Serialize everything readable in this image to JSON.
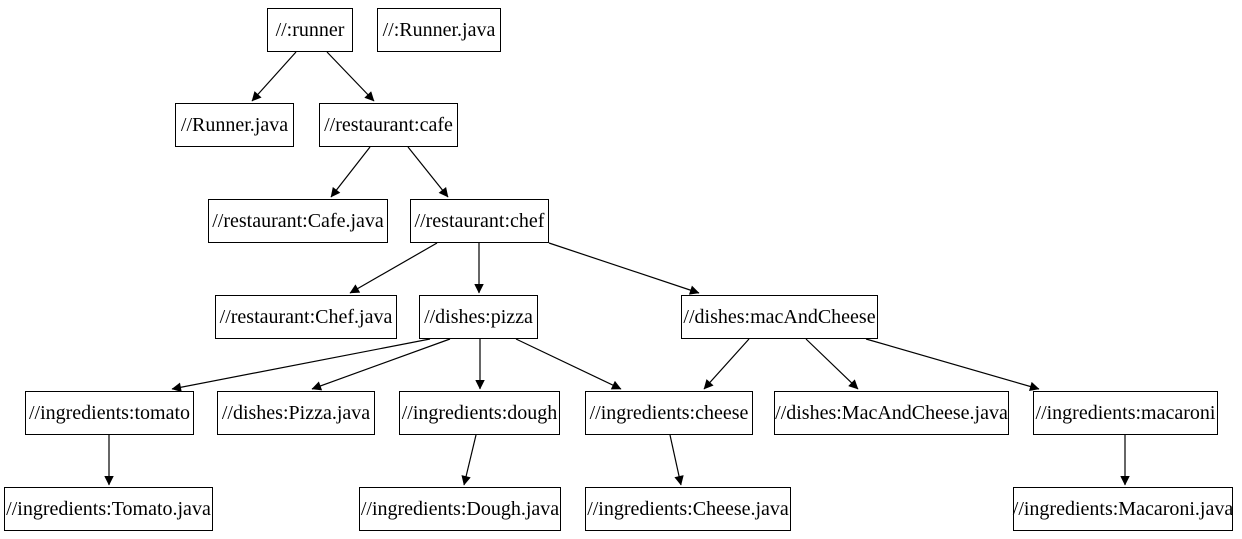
{
  "diagram": {
    "type": "build-dependency-graph",
    "colors": {
      "background": "#ffffff",
      "node_fill": "#ffffff",
      "node_border": "#000000",
      "edge": "#000000",
      "text": "#000000"
    },
    "nodes": [
      {
        "id": "runner",
        "label": "//:runner"
      },
      {
        "id": "runner-java-file",
        "label": "//:Runner.java"
      },
      {
        "id": "runner-java",
        "label": "//Runner.java"
      },
      {
        "id": "cafe",
        "label": "//restaurant:cafe"
      },
      {
        "id": "cafe-java",
        "label": "//restaurant:Cafe.java"
      },
      {
        "id": "chef",
        "label": "//restaurant:chef"
      },
      {
        "id": "chef-java",
        "label": "//restaurant:Chef.java"
      },
      {
        "id": "pizza",
        "label": "//dishes:pizza"
      },
      {
        "id": "mac-and-cheese",
        "label": "//dishes:macAndCheese"
      },
      {
        "id": "tomato",
        "label": "//ingredients:tomato"
      },
      {
        "id": "pizza-java",
        "label": "//dishes:Pizza.java"
      },
      {
        "id": "dough",
        "label": "//ingredients:dough"
      },
      {
        "id": "cheese",
        "label": "//ingredients:cheese"
      },
      {
        "id": "mac-and-cheese-java",
        "label": "//dishes:MacAndCheese.java"
      },
      {
        "id": "macaroni",
        "label": "//ingredients:macaroni"
      },
      {
        "id": "tomato-java",
        "label": "//ingredients:Tomato.java"
      },
      {
        "id": "dough-java",
        "label": "//ingredients:Dough.java"
      },
      {
        "id": "cheese-java",
        "label": "//ingredients:Cheese.java"
      },
      {
        "id": "macaroni-java",
        "label": "//ingredients:Macaroni.java"
      }
    ],
    "edges": [
      {
        "from": "runner",
        "to": "runner-java"
      },
      {
        "from": "runner",
        "to": "cafe"
      },
      {
        "from": "cafe",
        "to": "cafe-java"
      },
      {
        "from": "cafe",
        "to": "chef"
      },
      {
        "from": "chef",
        "to": "chef-java"
      },
      {
        "from": "chef",
        "to": "pizza"
      },
      {
        "from": "chef",
        "to": "mac-and-cheese"
      },
      {
        "from": "pizza",
        "to": "tomato"
      },
      {
        "from": "pizza",
        "to": "pizza-java"
      },
      {
        "from": "pizza",
        "to": "dough"
      },
      {
        "from": "pizza",
        "to": "cheese"
      },
      {
        "from": "mac-and-cheese",
        "to": "cheese"
      },
      {
        "from": "mac-and-cheese",
        "to": "mac-and-cheese-java"
      },
      {
        "from": "mac-and-cheese",
        "to": "macaroni"
      },
      {
        "from": "tomato",
        "to": "tomato-java"
      },
      {
        "from": "dough",
        "to": "dough-java"
      },
      {
        "from": "cheese",
        "to": "cheese-java"
      },
      {
        "from": "macaroni",
        "to": "macaroni-java"
      }
    ]
  }
}
